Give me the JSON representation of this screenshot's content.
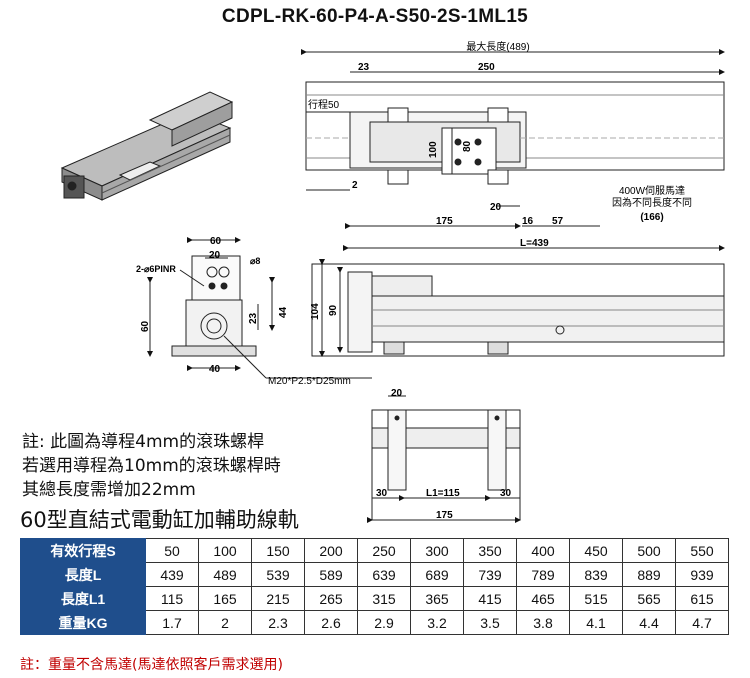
{
  "title": "CDPL-RK-60-P4-A-S50-2S-1ML15",
  "drawing_top": {
    "max_length": "最大長度(489)",
    "dim_23": "23",
    "dim_250": "250",
    "stroke_label": "行程50",
    "dim_100": "100",
    "dim_80": "80",
    "dim_2": "2",
    "dim_20": "20",
    "dim_175": "175",
    "dim_16": "16",
    "dim_57": "57",
    "motor_note_1": "400W伺服馬達",
    "motor_note_2": "因為不同長度不同",
    "motor_note_3": "(166)"
  },
  "drawing_end": {
    "dim_60": "60",
    "dim_20": "20",
    "pin_label": "2-⌀6PINR",
    "dim_phi8": "⌀8",
    "dim_60_side": "60",
    "dim_23": "23",
    "dim_44": "44",
    "dim_40": "40",
    "thread_label": "M20*P2.5*D25mm"
  },
  "drawing_side": {
    "length": "L=439",
    "dim_104": "104",
    "dim_90": "90"
  },
  "drawing_rail": {
    "dim_20": "20",
    "dim_30_left": "30",
    "l1": "L1=115",
    "dim_30_right": "30",
    "dim_175": "175"
  },
  "notes": [
    "註: 此圖為導程4mm的滾珠螺桿",
    "若選用導程為10mm的滾珠螺桿時",
    "其總長度需增加22mm"
  ],
  "subtitle": "60型直結式電動缸加輔助線軌",
  "table": {
    "rows": [
      {
        "header": "有效行程S",
        "values": [
          "50",
          "100",
          "150",
          "200",
          "250",
          "300",
          "350",
          "400",
          "450",
          "500",
          "550"
        ]
      },
      {
        "header": "長度L",
        "values": [
          "439",
          "489",
          "539",
          "589",
          "639",
          "689",
          "739",
          "789",
          "839",
          "889",
          "939"
        ]
      },
      {
        "header": "長度L1",
        "values": [
          "115",
          "165",
          "215",
          "265",
          "315",
          "365",
          "415",
          "465",
          "515",
          "565",
          "615"
        ]
      },
      {
        "header": "重量KG",
        "values": [
          "1.7",
          "2",
          "2.3",
          "2.6",
          "2.9",
          "3.2",
          "3.5",
          "3.8",
          "4.1",
          "4.4",
          "4.7"
        ]
      }
    ]
  },
  "footnote": "註：重量不含馬達(馬達依照客戶需求選用)",
  "colors": {
    "header_bg": "#1f4e8c",
    "footnote": "#c00000"
  }
}
